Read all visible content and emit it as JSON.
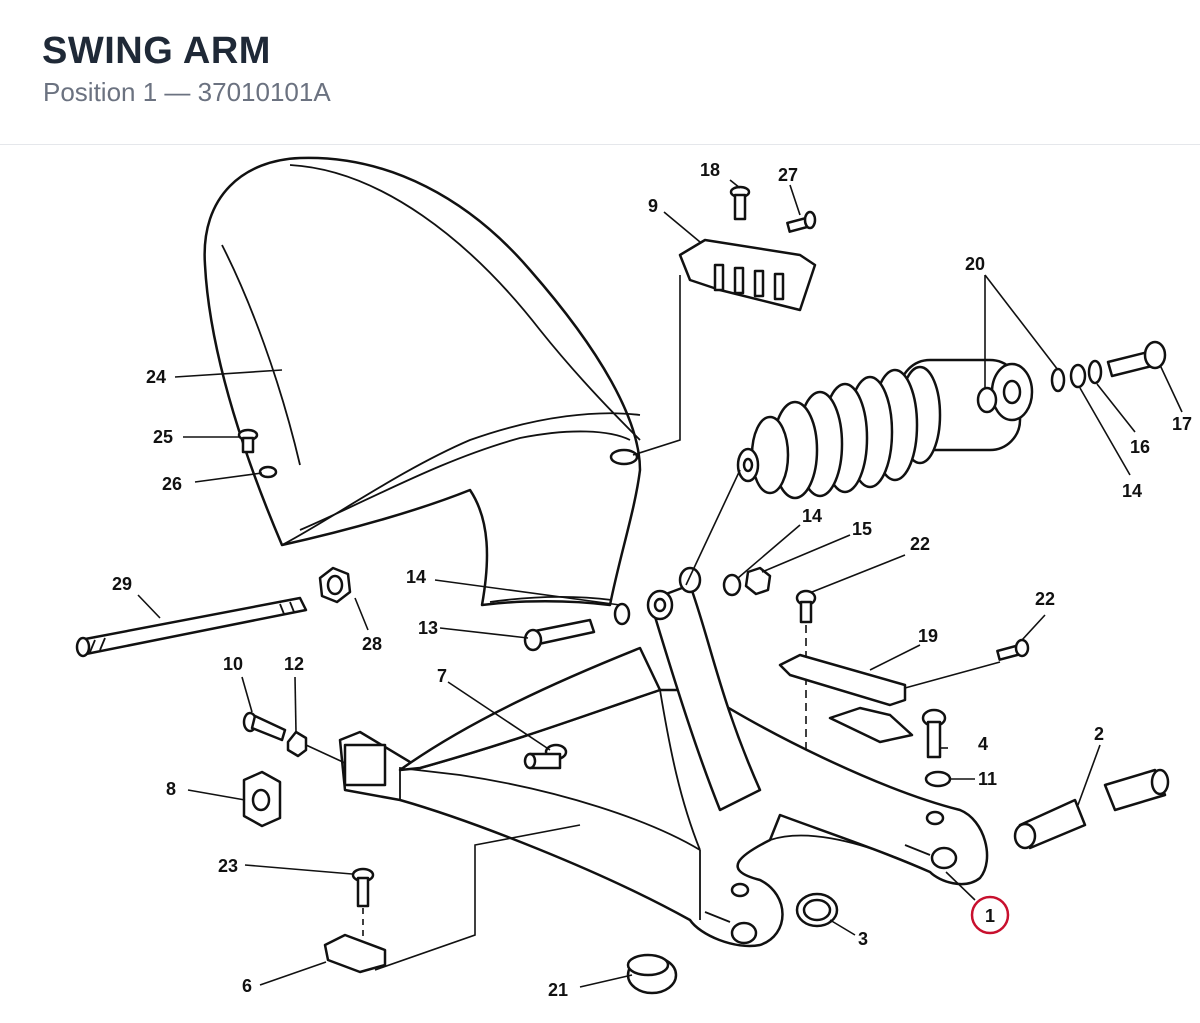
{
  "header": {
    "title": "SWING ARM",
    "position_label": "Position 1",
    "separator": "—",
    "part_number": "37010101A"
  },
  "highlight": {
    "callout": "1",
    "color": "#c8102e"
  },
  "callouts": {
    "c1": "1",
    "c2": "2",
    "c3": "3",
    "c4": "4",
    "c6": "6",
    "c7": "7",
    "c8": "8",
    "c9": "9",
    "c10": "10",
    "c11": "11",
    "c12": "12",
    "c13": "13",
    "c14a": "14",
    "c14b": "14",
    "c14c": "14",
    "c15": "15",
    "c16": "16",
    "c17": "17",
    "c18": "18",
    "c19": "19",
    "c20": "20",
    "c21": "21",
    "c22a": "22",
    "c22b": "22",
    "c23": "23",
    "c24": "24",
    "c25": "25",
    "c26": "26",
    "c27": "27",
    "c28": "28",
    "c29": "29"
  }
}
